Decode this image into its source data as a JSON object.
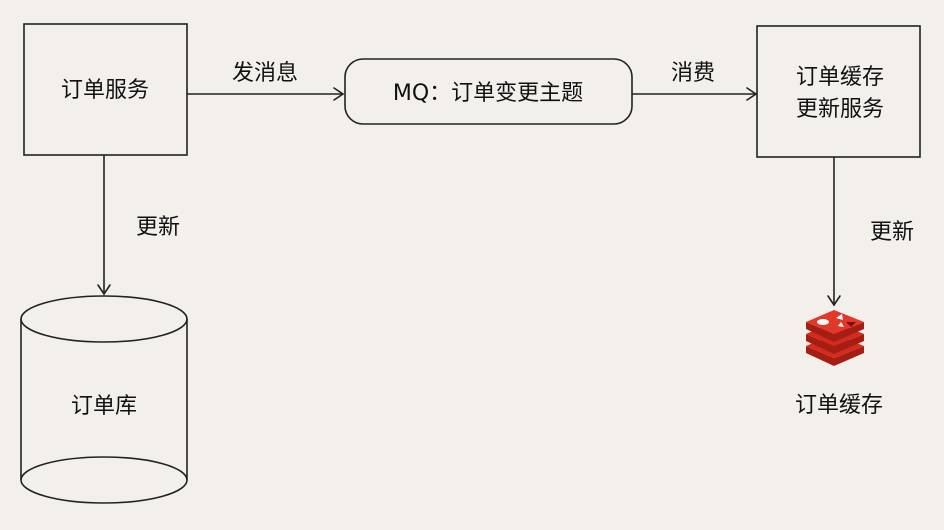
{
  "nodes": {
    "order_service": "订单服务",
    "mq_topic": "MQ：订单变更主题",
    "cache_update_service_line1": "订单缓存",
    "cache_update_service_line2": "更新服务",
    "order_db": "订单库",
    "order_cache": "订单缓存"
  },
  "edges": {
    "send_message": "发消息",
    "consume": "消费",
    "update_db": "更新",
    "update_cache": "更新"
  },
  "icons": {
    "cache_icon": "redis-icon",
    "db_icon": "database-cylinder-icon"
  },
  "colors": {
    "background": "#f3f0ec",
    "stroke": "#222222",
    "redis_red": "#d52b1e",
    "redis_dark": "#a41e14"
  }
}
